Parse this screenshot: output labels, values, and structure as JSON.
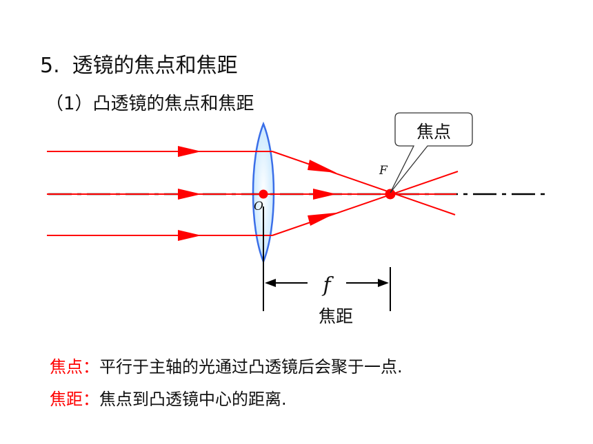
{
  "heading": {
    "number": "5.",
    "text": "透镜的焦点和焦距"
  },
  "subheading": "（1）凸透镜的焦点和焦距",
  "diagram": {
    "callout_label": "焦点",
    "focal_point_label": "F",
    "optical_center_label": "O",
    "focal_length_symbol": "f",
    "focal_length_caption": "焦距",
    "colors": {
      "ray": "#ff0000",
      "lens_edge": "#3a6ee8",
      "lens_fill": "#bfe4ff",
      "axis": "#000000"
    }
  },
  "definitions": [
    {
      "term": "焦点",
      "separator": "：",
      "text": "平行于主轴的光通过凸透镜后会聚于一点."
    },
    {
      "term": "焦距",
      "separator": "：",
      "text": "焦点到凸透镜中心的距离."
    }
  ]
}
